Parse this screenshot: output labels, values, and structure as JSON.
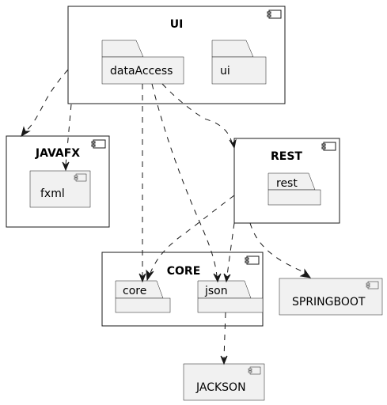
{
  "components": {
    "ui": {
      "title": "UI",
      "packages": {
        "data_access": "dataAccess",
        "ui": "ui"
      }
    },
    "javafx": {
      "title": "JAVAFX",
      "inner": {
        "fxml": "fxml"
      }
    },
    "rest": {
      "title": "REST",
      "packages": {
        "rest": "rest"
      }
    },
    "core": {
      "title": "CORE",
      "packages": {
        "core": "core",
        "json": "json"
      }
    },
    "springboot": {
      "label": "SPRINGBOOT"
    },
    "jackson": {
      "label": "JACKSON"
    }
  },
  "dependencies": [
    {
      "from": "UI",
      "to": "JAVAFX"
    },
    {
      "from": "UI",
      "to": "fxml"
    },
    {
      "from": "dataAccess",
      "to": "core"
    },
    {
      "from": "dataAccess",
      "to": "json"
    },
    {
      "from": "dataAccess",
      "to": "REST"
    },
    {
      "from": "REST",
      "to": "core"
    },
    {
      "from": "REST",
      "to": "json"
    },
    {
      "from": "REST",
      "to": "SPRINGBOOT"
    },
    {
      "from": "json",
      "to": "JACKSON"
    }
  ]
}
